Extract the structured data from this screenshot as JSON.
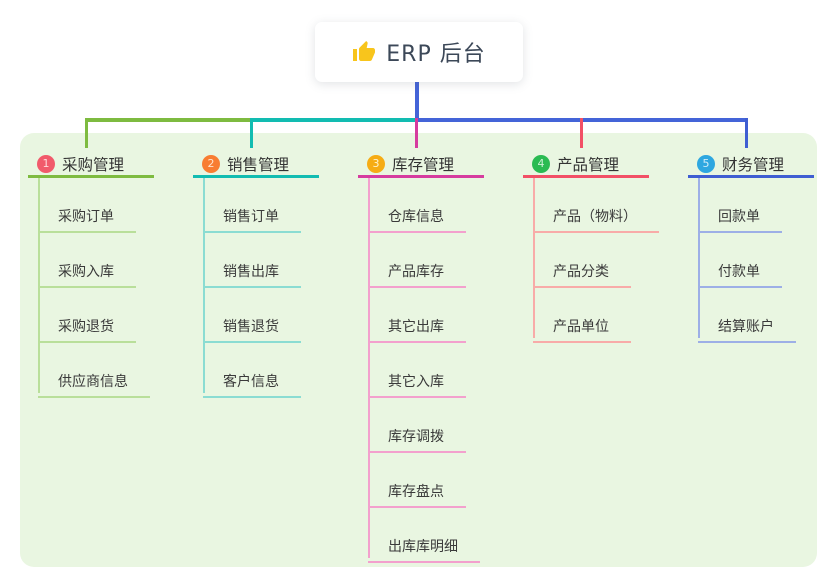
{
  "root": {
    "title": "ERP 后台",
    "icon": "thumbs-up-icon",
    "icon_color": "#f8c51c"
  },
  "connector_color": "#4464d8",
  "panel_bg": "#e9f6e1",
  "canvas_bg": "#ffffff",
  "branches": [
    {
      "badge": "1",
      "title": "采购管理",
      "color": "#7ebb40",
      "light_color": "#b9df9a",
      "badge_color": "#f15a6b",
      "badge_text_color": "#ffd9db",
      "children": [
        "采购订单",
        "采购入库",
        "采购退货",
        "供应商信息"
      ]
    },
    {
      "badge": "2",
      "title": "销售管理",
      "color": "#12bcb1",
      "light_color": "#8bdcd2",
      "badge_color": "#f87d32",
      "badge_text_color": "#ffe3cc",
      "children": [
        "销售订单",
        "销售出库",
        "销售退货",
        "客户信息"
      ]
    },
    {
      "badge": "3",
      "title": "库存管理",
      "color": "#d63c9f",
      "light_color": "#f3a0cd",
      "badge_color": "#f6ac14",
      "badge_text_color": "#fff3cd",
      "children": [
        "仓库信息",
        "产品库存",
        "其它出库",
        "其它入库",
        "库存调拨",
        "库存盘点",
        "出库库明细"
      ]
    },
    {
      "badge": "4",
      "title": "产品管理",
      "color": "#f25066",
      "light_color": "#f8aba8",
      "badge_color": "#2abb52",
      "badge_text_color": "#cdf1d7",
      "children": [
        "产品（物料）",
        "产品分类",
        "产品单位"
      ]
    },
    {
      "badge": "5",
      "title": "财务管理",
      "color": "#3f5ed2",
      "light_color": "#9dafe6",
      "badge_color": "#2ea7e0",
      "badge_text_color": "#cfecfa",
      "children": [
        "回款单",
        "付款单",
        "结算账户"
      ]
    }
  ]
}
